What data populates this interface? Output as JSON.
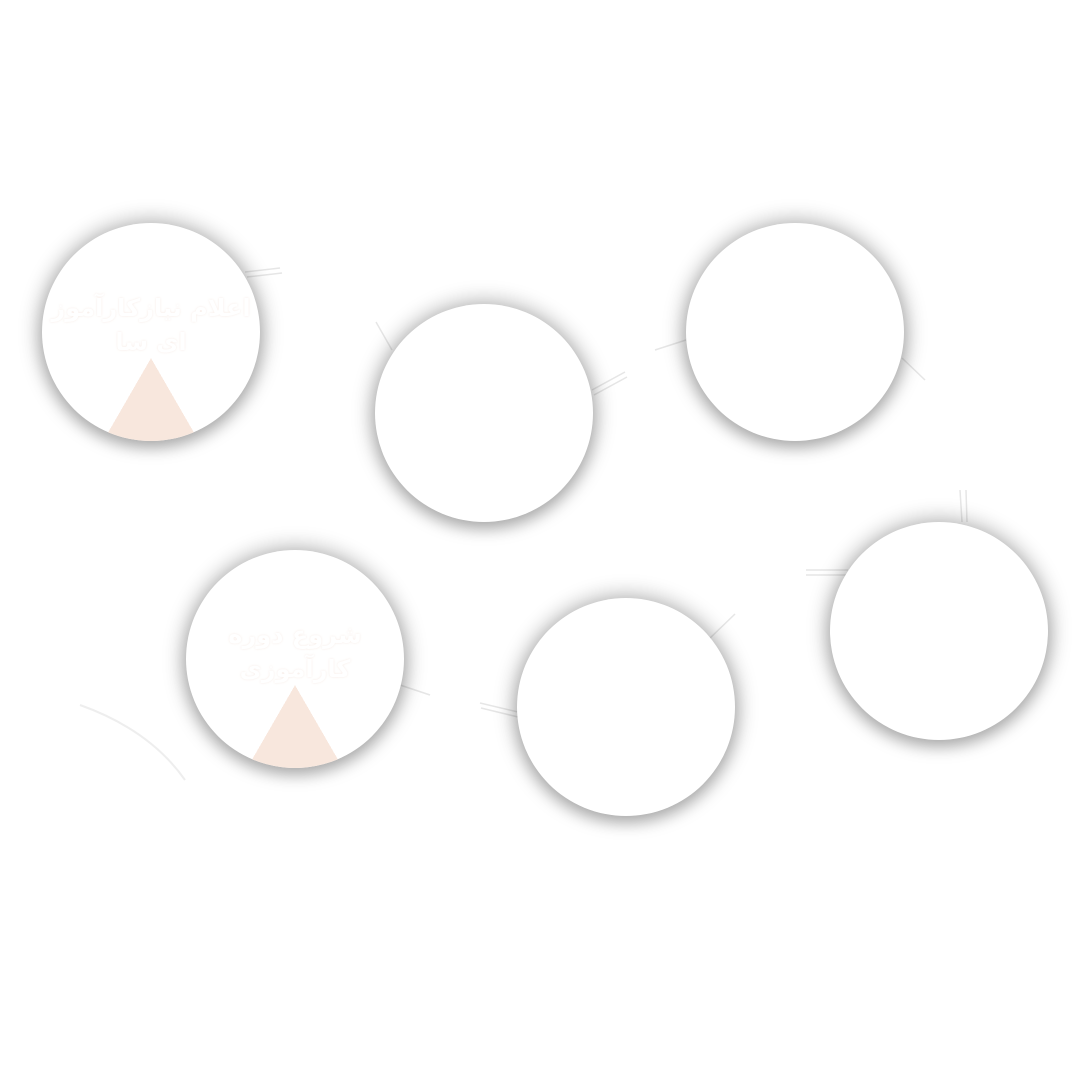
{
  "steps": [
    {
      "line1": "اعلام نیازکارآموز",
      "line2": "ای سا"
    },
    {
      "line1": "",
      "line2": ""
    },
    {
      "line1": "",
      "line2": ""
    },
    {
      "line1": "شروع دوره",
      "line2": "کارآموزی"
    },
    {
      "line1": "",
      "line2": ""
    },
    {
      "line1": "",
      "line2": ""
    }
  ],
  "colors": {
    "background": "#ffffff",
    "circle": "#ffffff",
    "accent": "#f8e7dd",
    "shadow": "#9a9a9a"
  }
}
